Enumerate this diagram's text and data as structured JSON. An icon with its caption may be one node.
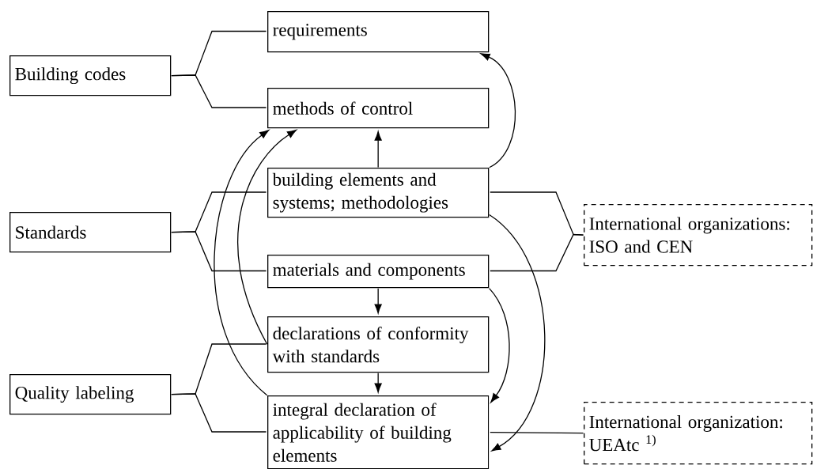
{
  "diagram": {
    "nodes": [
      {
        "text": [
          "Building codes"
        ]
      },
      {
        "text": [
          "requirements"
        ]
      },
      {
        "text": [
          "methods of control"
        ]
      },
      {
        "text": [
          "building elements and systems; methodologies"
        ]
      },
      {
        "text": [
          "Standards"
        ]
      },
      {
        "text": [
          "International organizations: ISO and CEN"
        ]
      },
      {
        "text": [
          "materials and components"
        ]
      },
      {
        "text": [
          "declarations of conformity with standards"
        ]
      },
      {
        "text": [
          "Quality labeling"
        ]
      },
      {
        "text": [
          "integral declaration of applicability of building elements"
        ]
      },
      {
        "text": [
          "International organization: UEAtc $^{1)}$"
        ]
      }
    ],
    "edges": [
      {
        "from": 0,
        "to": 1,
        "arrow": "none"
      },
      {
        "from": 0,
        "to": 2,
        "arrow": "none"
      },
      {
        "from": 3,
        "to": 2,
        "arrow": "to"
      },
      {
        "from": 3,
        "to": 1,
        "arrow": "to"
      },
      {
        "from": 4,
        "to": 3,
        "arrow": "none"
      },
      {
        "from": 4,
        "to": 6,
        "arrow": "none"
      },
      {
        "from": 5,
        "to": 3,
        "arrow": "none"
      },
      {
        "from": 5,
        "to": 6,
        "arrow": "none"
      },
      {
        "from": 6,
        "to": 7,
        "arrow": "to"
      },
      {
        "from": 7,
        "to": 9,
        "arrow": "to"
      },
      {
        "from": 7,
        "to": 2,
        "arrow": "to"
      },
      {
        "from": 9,
        "to": 2,
        "arrow": "to"
      },
      {
        "from": 6,
        "to": 9,
        "arrow": "to"
      },
      {
        "from": 3,
        "to": 9,
        "arrow": "to"
      },
      {
        "from": 8,
        "to": 7,
        "arrow": "none"
      },
      {
        "from": 8,
        "to": 9,
        "arrow": "none"
      },
      {
        "from": 10,
        "to": 9,
        "arrow": "none"
      }
    ]
  }
}
